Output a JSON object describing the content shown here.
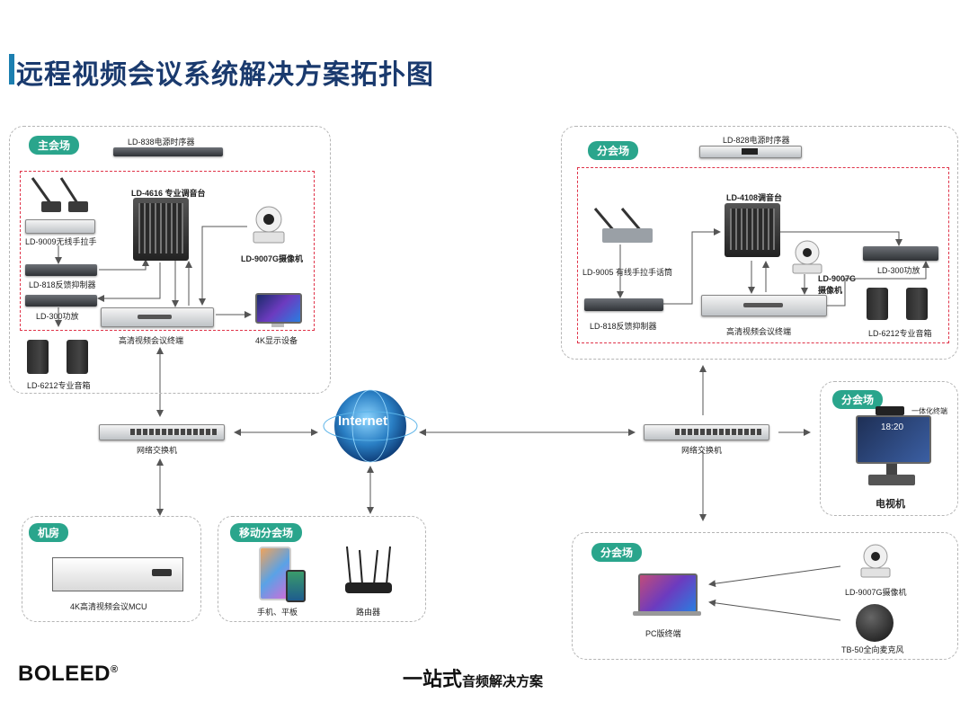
{
  "title": "远程视频会议系统解决方案拓扑图",
  "main": {
    "tag": "主会场",
    "power_sequencer": "LD-838电源时序器",
    "mixer": "LD-4616 专业调音台",
    "wireless_mic": "LD-9009无线手拉手",
    "feedback_suppressor": "LD-818反馈抑制器",
    "amplifier": "LD-300功放",
    "camera": "LD-9007G摄像机",
    "codec": "高清视频会议终端",
    "display": "4K显示设备",
    "speakers": "LD-6212专业音箱"
  },
  "branch1": {
    "tag": "分会场",
    "power_sequencer": "LD-828电源时序器",
    "mixer": "LD-4108调音台",
    "wired_mic": "LD-9005 有线手拉手话筒",
    "feedback_suppressor": "LD-818反馈抑制器",
    "camera_model": "LD-9007G",
    "camera_desc": "摄像机",
    "amplifier": "LD-300功放",
    "codec": "高清视频会议终端",
    "speakers": "LD-6212专业音箱"
  },
  "network": {
    "switch_left": "网络交换机",
    "switch_right": "网络交换机",
    "internet": "Internet"
  },
  "tv_site": {
    "tag": "分会场",
    "note": "一体化终端",
    "clock": "18:20",
    "label": "电视机"
  },
  "server_room": {
    "tag": "机房",
    "mcu": "4K高清视频会议MCU"
  },
  "mobile_site": {
    "tag": "移动分会场",
    "phone": "手机、平板",
    "router": "路由器"
  },
  "pc_site": {
    "tag": "分会场",
    "pc": "PC版终端",
    "camera": "LD-9007G摄像机",
    "mic": "TB-50全向麦克风"
  },
  "footer": {
    "brand": "BOLEED",
    "reg": "®",
    "slogan_big": "一站式",
    "slogan_small": "音频解决方案"
  },
  "colors": {
    "accent": "#2aa58c",
    "title": "#1a3a6e",
    "dashed_red": "#e0344a"
  }
}
